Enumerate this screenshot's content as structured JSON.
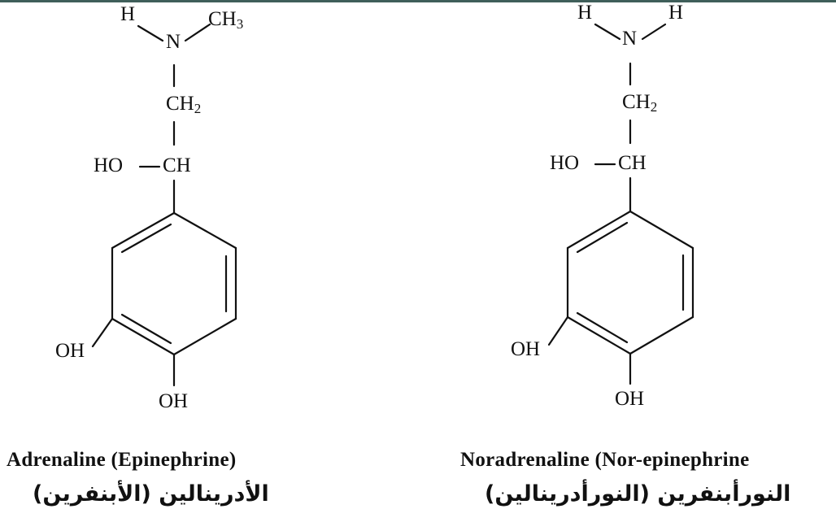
{
  "molecules": [
    {
      "name_en": "Adrenaline (Epinephrine)",
      "name_ar": "الأدرينالين (الأبنفرين)",
      "atoms": {
        "h": "H",
        "n": "N",
        "ch3_c": "CH",
        "ch3_sub": "3",
        "ch2_c": "CH",
        "ch2_sub": "2",
        "ho": "HO",
        "ch": "CH",
        "oh_left": "OH",
        "oh_bottom": "OH"
      }
    },
    {
      "name_en": "Noradrenaline (Nor-epinephrine",
      "name_ar": "النورأبنفرين (النورأدرينالين)",
      "atoms": {
        "h1": "H",
        "n": "N",
        "h2": "H",
        "ch2_c": "CH",
        "ch2_sub": "2",
        "ho": "HO",
        "ch": "CH",
        "oh_left": "OH",
        "oh_bottom": "OH"
      }
    }
  ]
}
